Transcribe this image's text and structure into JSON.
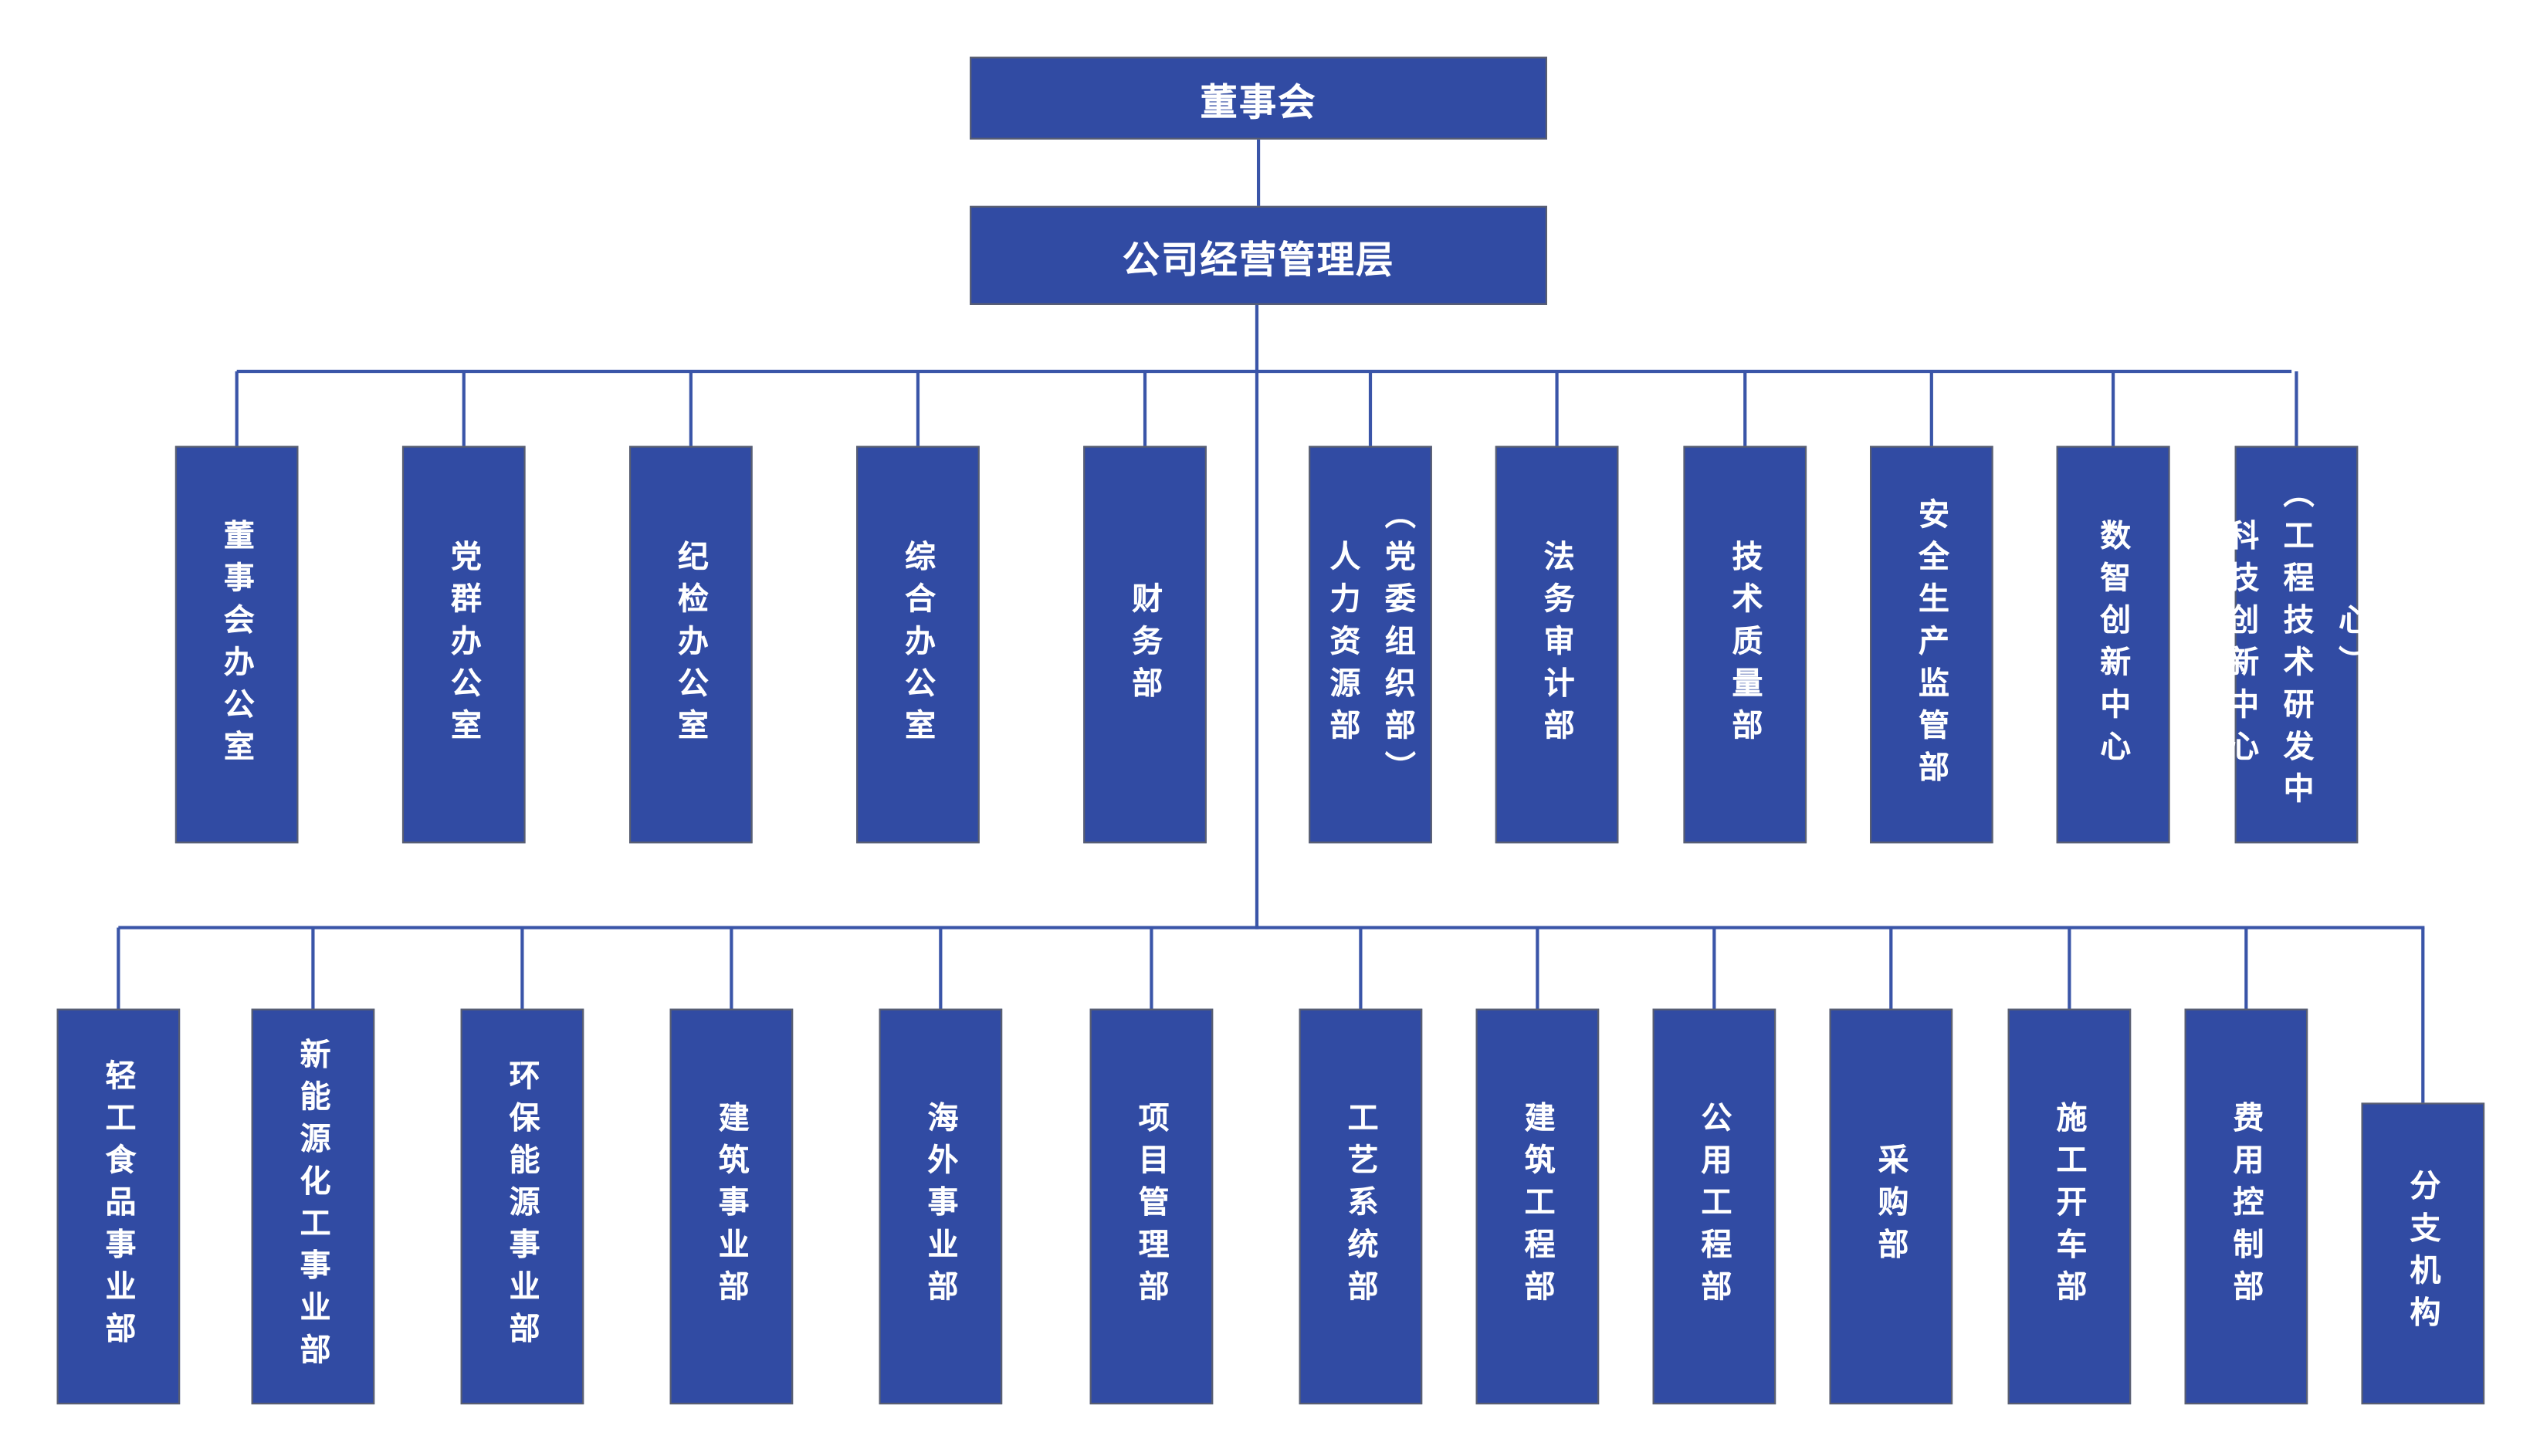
{
  "board": "董事会",
  "management": "公司经营管理层",
  "row1": [
    "董事会办公室",
    "党群办公室",
    "纪检办公室",
    "综合办公室",
    "财务部",
    "人力资源部\n（党委组织部）",
    "法务审计部",
    "技术质量部",
    "安全生产监管部",
    "数智创新中心",
    "科技创新中心\n（工程技术研发中心）"
  ],
  "row2": [
    "轻工食品事业部",
    "新能源化工事业部",
    "环保能源事业部",
    "建筑事业部",
    "海外事业部",
    "项目管理部",
    "工艺系统部",
    "建筑工程部",
    "公用工程部",
    "采购部",
    "施工开车部",
    "费用控制部",
    "分支机构"
  ],
  "colors": {
    "box": "#314BA3",
    "line": "#3A55A8"
  }
}
